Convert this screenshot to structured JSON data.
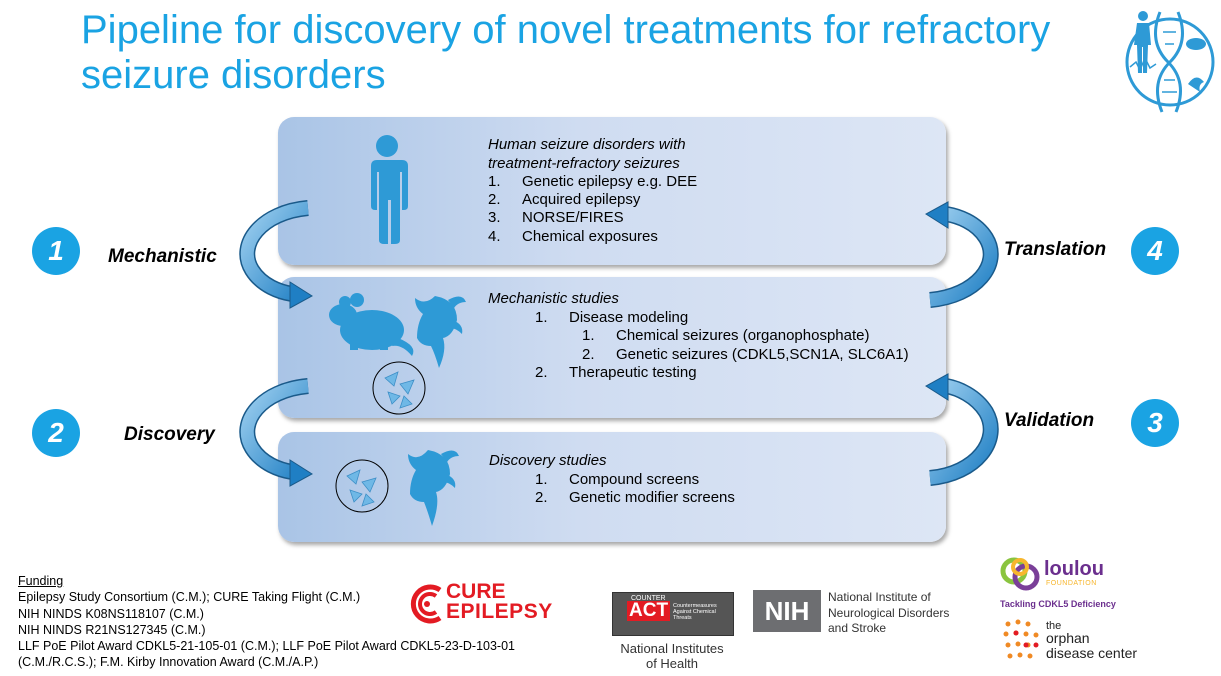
{
  "title": "Pipeline for discovery of novel treatments for refractory seizure disorders",
  "colors": {
    "accent": "#1aa3e3",
    "icon": "#2e9ad6",
    "cure_red": "#e31b23"
  },
  "steps": [
    {
      "number": "1",
      "label": "Mechanistic"
    },
    {
      "number": "2",
      "label": "Discovery"
    },
    {
      "number": "3",
      "label": "Validation"
    },
    {
      "number": "4",
      "label": "Translation"
    }
  ],
  "box1": {
    "heading_line1": "Human seizure disorders with",
    "heading_line2": "treatment-refractory seizures",
    "items": [
      {
        "n": "1.",
        "text": "Genetic epilepsy e.g. DEE"
      },
      {
        "n": "2.",
        "text": "Acquired epilepsy"
      },
      {
        "n": "3.",
        "text": "NORSE/FIRES"
      },
      {
        "n": "4.",
        "text": "Chemical exposures"
      }
    ]
  },
  "box2": {
    "heading": "Mechanistic studies",
    "item1": {
      "n": "1.",
      "text": "Disease modeling"
    },
    "sub": [
      {
        "n": "1.",
        "text": "Chemical seizures (organophosphate)"
      },
      {
        "n": "2.",
        "text": "Genetic seizures (CDKL5,SCN1A, SLC6A1)"
      }
    ],
    "item2": {
      "n": "2.",
      "text": "Therapeutic testing"
    }
  },
  "box3": {
    "heading": "Discovery studies",
    "items": [
      {
        "n": "1.",
        "text": "Compound screens"
      },
      {
        "n": "2.",
        "text": "Genetic modifier screens"
      }
    ]
  },
  "funding": {
    "heading": "Funding",
    "lines": [
      "Epilepsy Study Consortium (C.M.); CURE Taking Flight (C.M.)",
      "NIH NINDS K08NS118107 (C.M.)",
      "NIH NINDS R21NS127345 (C.M.)",
      "LLF PoE Pilot Award  CDKL5-21-105-01 (C.M.); LLF PoE Pilot Award CDKL5-23-D-103-01",
      "(C.M./R.C.S.);  F.M. Kirby Innovation Award (C.M./A.P.)"
    ]
  },
  "logos": {
    "cure": {
      "line1": "CURE",
      "line2": "EPILEPSY"
    },
    "counteract": {
      "top": "COUNTER",
      "main": "ACT",
      "side": "Countermeasures Against Chemical Threats",
      "caption_line1": "National Institutes",
      "caption_line2": "of Health"
    },
    "nih": {
      "mark": "NIH",
      "line1": "National Institute of",
      "line2": "Neurological Disorders",
      "line3": "and Stroke"
    },
    "loulou": {
      "name": "loulou",
      "sub": "FOUNDATION",
      "tagline": "Tackling CDKL5 Deficiency"
    },
    "orphan": {
      "line1": "the",
      "line2": "orphan",
      "line3": "disease center"
    }
  }
}
